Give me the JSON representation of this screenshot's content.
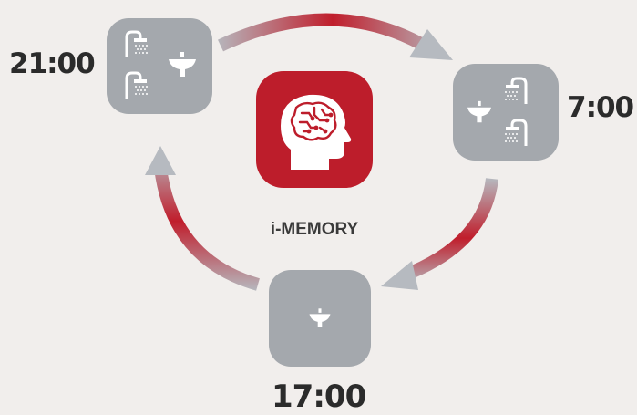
{
  "center": {
    "label": "i-MEMORY",
    "icon": "brain-head-icon",
    "color": "#bd1d2b"
  },
  "nodes": [
    {
      "id": "evening",
      "time": "21:00",
      "icons": [
        "shower-icon",
        "sink-icon",
        "shower-icon"
      ]
    },
    {
      "id": "morning",
      "time": "7:00",
      "icons": [
        "sink-icon",
        "shower-icon",
        "shower-icon"
      ]
    },
    {
      "id": "afternoon",
      "time": "17:00",
      "icons": [
        "sink-icon"
      ]
    }
  ],
  "colors": {
    "node_fill": "#a4a8ad",
    "arrow_gray": "#b6bac0",
    "arrow_red": "#c01e2c",
    "background": "#f1eeec"
  }
}
